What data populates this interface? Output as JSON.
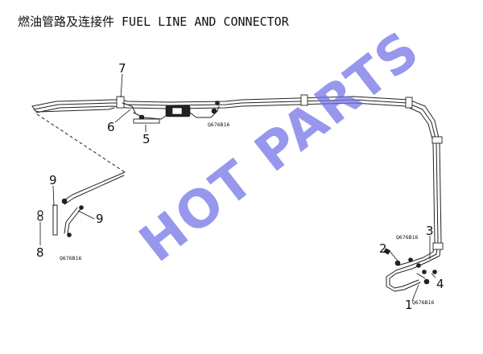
{
  "title": "燃油管路及连接件 FUEL LINE AND CONNECTOR",
  "watermark": "HOT PARTS",
  "callouts": {
    "c1": "1",
    "c2": "2",
    "c3": "3",
    "c4": "4",
    "c5": "5",
    "c6": "6",
    "c7": "7",
    "c8": "8",
    "c9a": "9",
    "c9b": "9"
  },
  "part_codes": {
    "filter_clamp": "Q676B16",
    "left_clamp": "Q676B16",
    "right_upper_clamp": "Q676B16",
    "right_lower_clamp": "Q676B16"
  },
  "colors": {
    "watermark": "#6f6fe6",
    "line": "#222222"
  }
}
